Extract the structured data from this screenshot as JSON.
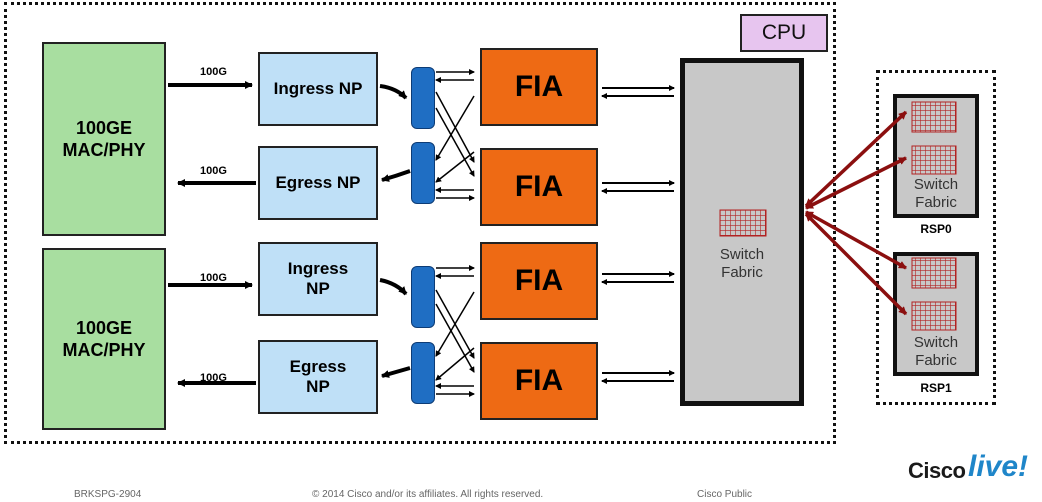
{
  "cpu_label": "CPU",
  "mac_blocks": [
    {
      "label": "100GE\nMAC/PHY"
    },
    {
      "label": "100GE\nMAC/PHY"
    }
  ],
  "np_blocks": [
    {
      "label": "Ingress NP"
    },
    {
      "label": "Egress  NP"
    },
    {
      "label": "Ingress\nNP"
    },
    {
      "label": "Egress\nNP"
    }
  ],
  "link_speeds": [
    "100G",
    "100G",
    "100G",
    "100G"
  ],
  "fia_blocks": [
    {
      "label": "FIA"
    },
    {
      "label": "FIA"
    },
    {
      "label": "FIA"
    },
    {
      "label": "FIA"
    }
  ],
  "main_fabric": {
    "label": "Switch\nFabric"
  },
  "rsp_cards": [
    {
      "fabric_label": "Switch\nFabric",
      "name": "RSP0"
    },
    {
      "fabric_label": "Switch\nFabric",
      "name": "RSP1"
    }
  ],
  "colors": {
    "mac": "#a8dea0",
    "np": "#bfe0f7",
    "fia": "#ee6a14",
    "mux": "#1f6ec3",
    "fabric": "#c8c8c8",
    "cpu": "#e7c5ef",
    "rsp_link": "#8b0f0f",
    "grid": "#b22222"
  },
  "footer": {
    "session_id": "BRKSPG-2904",
    "copyright": "© 2014 Cisco and/or its affiliates. All rights reserved.",
    "classification": "Cisco Public"
  },
  "logo": {
    "text": "Cisco",
    "accent": "live!"
  }
}
